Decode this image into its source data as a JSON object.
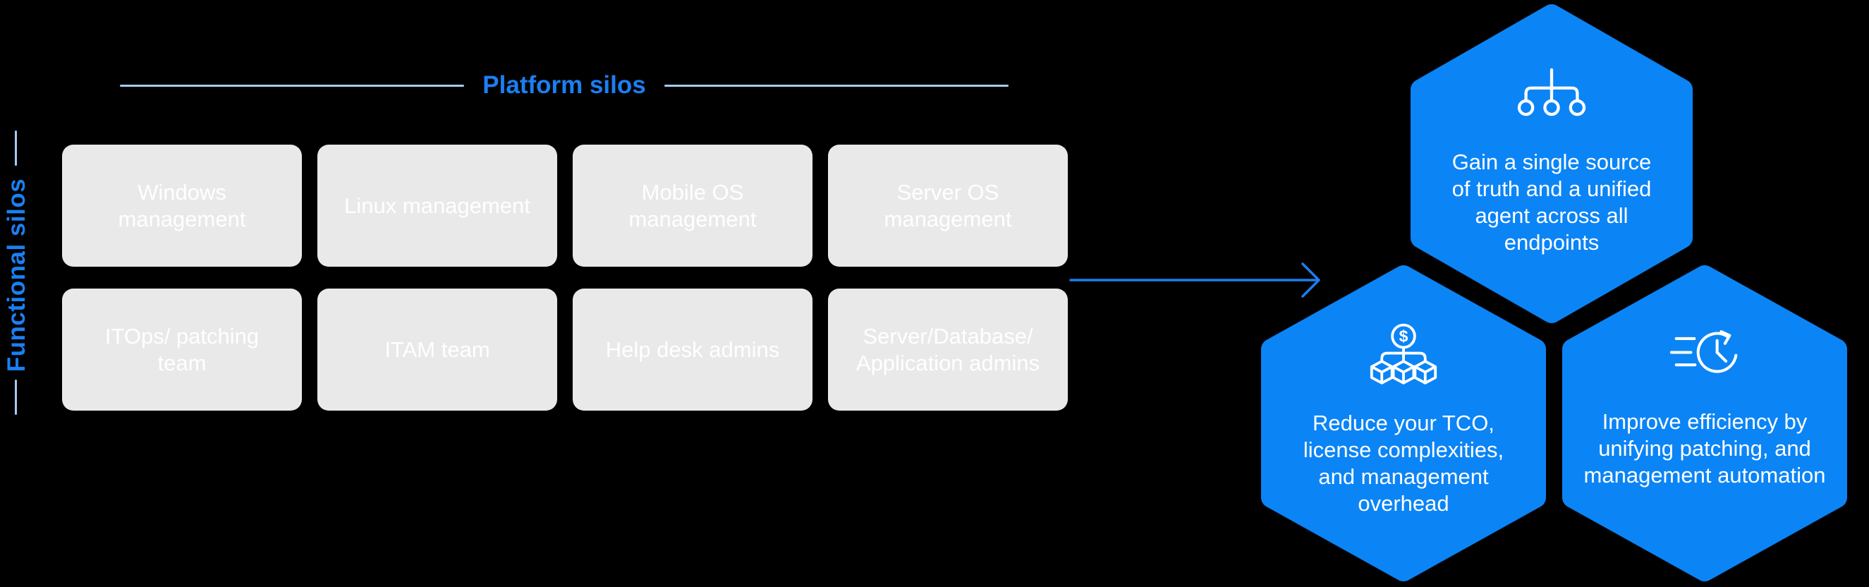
{
  "colors": {
    "background": "#000000",
    "accent_blue": "#1b7ff2",
    "pale_line_blue": "#a9c9f3",
    "hexagon_blue": "#0b84f6",
    "silo_box_gray": "#e9e9e9",
    "text_white": "#ffffff"
  },
  "functional_silos": {
    "label": "Functional silos"
  },
  "platform_silos": {
    "label": "Platform silos"
  },
  "grid": {
    "boxes": [
      {
        "label": "Windows\nmanagement"
      },
      {
        "label": "Linux management"
      },
      {
        "label": "Mobile OS\nmanagement"
      },
      {
        "label": "Server OS\nmanagement"
      },
      {
        "label": "ITOps/ patching\nteam"
      },
      {
        "label": "ITAM team"
      },
      {
        "label": "Help desk admins"
      },
      {
        "label": "Server/Database/\nApplication admins"
      }
    ]
  },
  "arrow": {
    "direction": "right"
  },
  "benefits": [
    {
      "icon": "sitemap-icon",
      "text": "Gain a single source\nof truth and a unified\nagent across all\nendpoints"
    },
    {
      "icon": "cost-cubes-icon",
      "text": "Reduce your TCO,\nlicense complexities,\nand management\noverhead"
    },
    {
      "icon": "speed-clock-icon",
      "text": "Improve efficiency by\nunifying patching, and\nmanagement automation"
    }
  ]
}
